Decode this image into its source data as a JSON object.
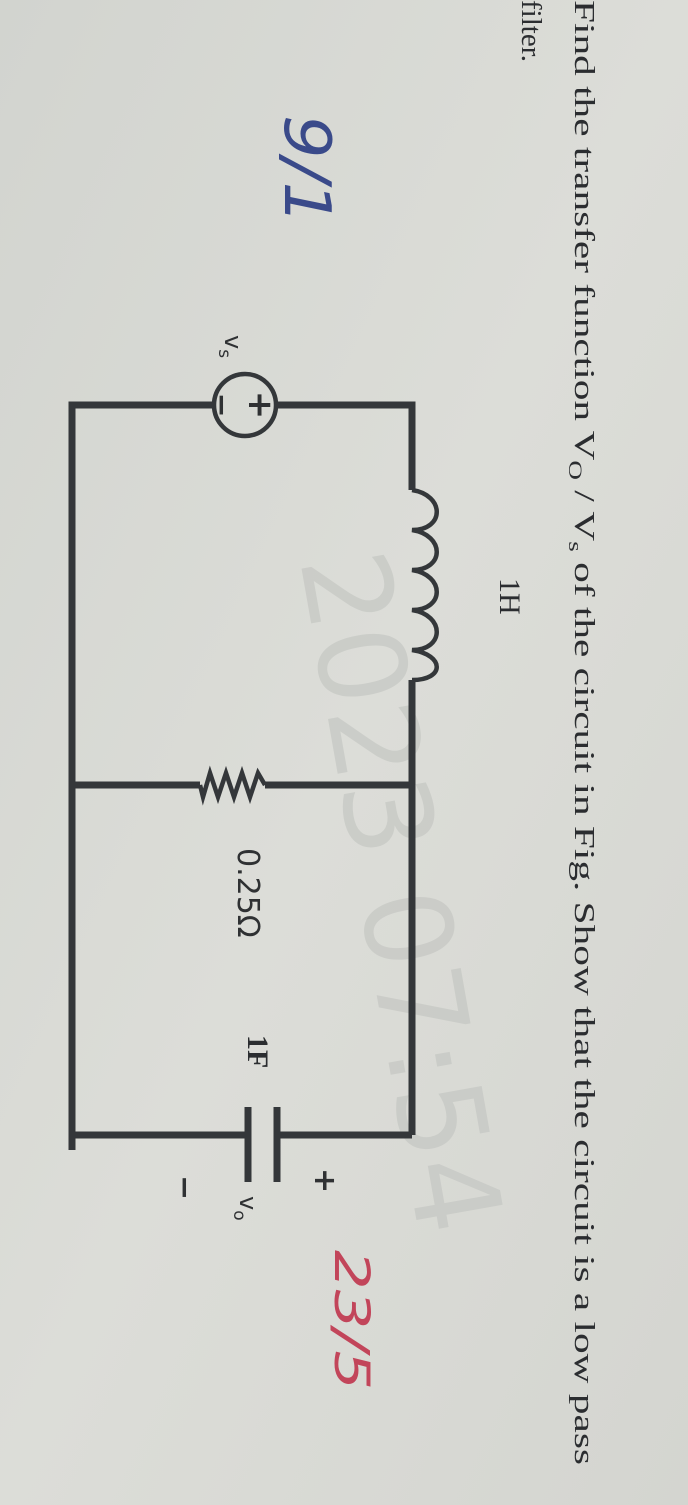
{
  "question": {
    "line1_part1": "Find the transfer function ",
    "v_symbol": "V",
    "o_subscript": "O",
    "slash": " / ",
    "v_symbol_2": "V",
    "s_subscript": "s",
    "line1_part2": " of the circuit in Fig. Show that the circuit is a low pass",
    "line2": "filter."
  },
  "circuit": {
    "source_label": "v",
    "source_label_sub": "s",
    "source_plus": "+",
    "source_minus": "−",
    "inductor_label": "1H",
    "resistor_label": "0.25Ω",
    "capacitor_label": "1F",
    "output_plus": "+",
    "output_label": "v",
    "output_label_sub": "o",
    "output_minus": "−"
  },
  "annotations": {
    "handwritten_blue": "9/1",
    "handwritten_red": "23/5",
    "watermark": "2023 07:54"
  },
  "colors": {
    "paper": "#d9dad5",
    "ink": "#34373a",
    "blue_pen": "#3a4a8a",
    "red_pen": "#c2455a"
  }
}
